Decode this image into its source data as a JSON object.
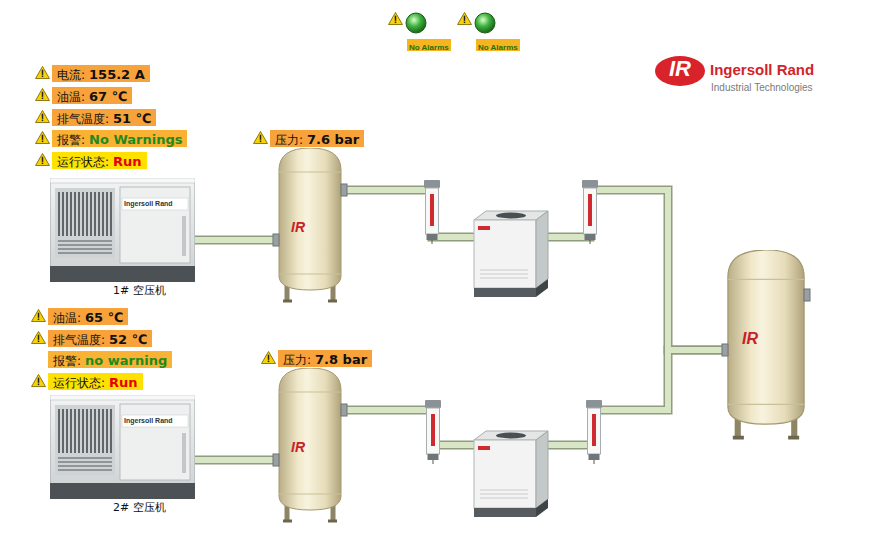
{
  "diagram": {
    "nodes": [
      {
        "text": [
          "No Alarms"
        ]
      },
      {
        "text": [
          "No Alarms"
        ]
      },
      {
        "text": [
          "电流:",
          "155.2 A"
        ]
      },
      {
        "text": [
          "油温:",
          "67 ℃"
        ]
      },
      {
        "text": [
          "排气温度:",
          "51 ℃"
        ]
      },
      {
        "text": [
          "报警:",
          "No Warnings"
        ]
      },
      {
        "text": [
          "运行状态:",
          "Run"
        ]
      },
      {
        "text": [
          "压力:",
          "7.6 bar"
        ]
      },
      {
        "text": [
          "Ingersoll Rand",
          "1# 空压机"
        ]
      },
      {
        "text": [
          "IR"
        ]
      },
      {
        "text": [
          "IR"
        ]
      },
      {
        "text": [
          "油温:",
          "65 ℃"
        ]
      },
      {
        "text": [
          "排气温度:",
          "52 ℃"
        ]
      },
      {
        "text": [
          "报警:",
          "no warning"
        ]
      },
      {
        "text": [
          "压力:",
          "7.8 bar"
        ]
      },
      {
        "text": [
          "运行状态:",
          "Run"
        ]
      },
      {
        "text": [
          "IR"
        ]
      },
      {
        "text": [
          "Ingersoll Rand",
          "2# 空压机"
        ]
      }
    ],
    "edges": [
      {
        "from": 8,
        "to": 9,
        "arrow": "none"
      },
      {
        "from": 9,
        "to": 10,
        "arrow": "none"
      },
      {
        "from": 17,
        "to": 16,
        "arrow": "none"
      },
      {
        "from": 16,
        "to": 10,
        "arrow": "none"
      }
    ],
    "labels": [
      "IR",
      "Ingersoll Rand",
      "Industrial Technologies"
    ]
  }
}
